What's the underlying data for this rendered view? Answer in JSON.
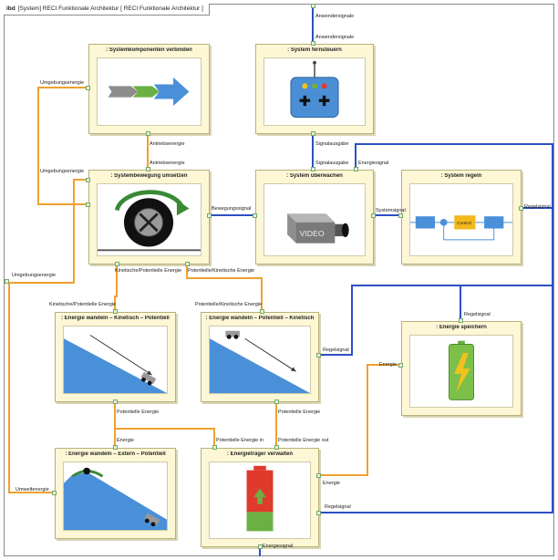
{
  "diagram": {
    "frame_tag": "ibd",
    "frame_title": "[System] RECI Funktionale Architektur [ RECI Funktionale Architektur ]"
  },
  "blocks": {
    "systemkomponenten": ": Systemkomponenten verbinden",
    "fernsteuern": ": System fernsteuern",
    "systembewegung": ": Systembewegung umsetzen",
    "ueberwachen": ": System überwachen",
    "regeln": ": System regeln",
    "kinetisch_potentiell": ": Energie wandeln – Kinetisch – Potentiell",
    "potentiell_kinetisch": ": Energie wandeln – Potentiell – Kinetisch",
    "speichern": ": Energie speichern",
    "extern_potentiell": ": Energie wandeln – Extern – Potentiell",
    "energietraeger": ": Energieträger verwalten"
  },
  "controller_label": "Control",
  "video_label": "VIDEO",
  "labels": {
    "anwendersignale_top": "Anwendersignale",
    "anwendersignale_in": "Anwendersignale",
    "umgebungsenergie_1": "Umgebungsenergie",
    "umgebungsenergie_2": "Umgebungsenergie",
    "umgebungsenergie_3": "Umgebungsenergie",
    "antriebsenergie_1": "Antriebsenergie",
    "antriebsenergie_2": "Antriebsenergie",
    "signalausgabe_1": "Signalausgabe",
    "signalausgabe_2": "Signalausgabe",
    "energiesignal_top": "Energiesignal",
    "bewegungssignal": "Bewegungssignal",
    "systemsignal": "Systemsignal",
    "regelsignal_1": "Regelsignal",
    "regelsignal_2": "Regelsignal",
    "regelsignal_3": "Regelsignal",
    "regelsignal_4": "Regelsignal",
    "kin_pot_out": "Kinetische/Potentielle Energie",
    "pot_kin_out": "Potentielle/Kinetische Energie",
    "kin_pot_in": "Kinetische/Potentielle Energie",
    "pot_kin_in": "Potentielle/Kinetische Energie",
    "potentielle_energie_1": "Potentielle Energie",
    "potentielle_energie_2": "Potentielle Energie",
    "energie_1": "Energie",
    "energie_2": "Energie",
    "energie_3": "Energie",
    "pot_energie_in": "Potentielle Energie in",
    "pot_energie_out": "Potentielle Energie out",
    "umweltenergie": "Umweltenergie",
    "energiesignal_bottom": "Energiesignal"
  },
  "colors": {
    "energy_flow": "#f0a030",
    "signal_flow": "#2d4fc4"
  }
}
